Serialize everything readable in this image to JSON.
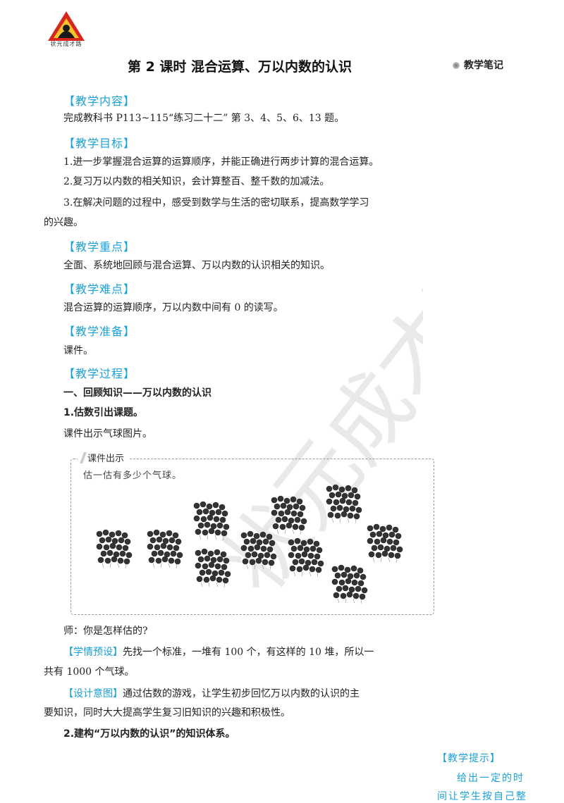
{
  "header": {
    "logo_caption": "状元成才路",
    "title": "第 2 课时  混合运算、万以内数的认识",
    "notes_label": "教学笔记"
  },
  "sections": {
    "content_head": "【教学内容】",
    "content_text": "完成教科书 P113~115“练习二十二” 第 3、4、5、6、13 题。",
    "goals_head": "【教学目标】",
    "goal1": "1.进一步掌握混合运算的运算顺序，并能正确进行两步计算的混合运算。",
    "goal2": "2.复习万以内数的相关知识，会计算整百、整千数的加减法。",
    "goal3_a": "3.在解决问题的过程中，感受到数学与生活的密切联系，提高数学学习",
    "goal3_b": "的兴趣。",
    "key_head": "【教学重点】",
    "key_text": "全面、系统地回顾与混合运算、万以内数的认识相关的知识。",
    "diff_head": "【教学难点】",
    "diff_text": "混合运算的运算顺序，万以内数中间有 0 的读写。",
    "prep_head": "【教学准备】",
    "prep_text": "课件。",
    "proc_head": "【教学过程】",
    "proc_h1": "一、回顾知识——万以内数的认识",
    "proc_h2": "1.估数引出课题。",
    "proc_p1": "课件出示气球图片。",
    "box_label": "课件出示",
    "box_question": "估一估有多少个气球。",
    "teacher_q": "师：你是怎样估的?",
    "preset_tag": "【学情预设】",
    "preset_a": "先找一个标准，一堆有 100 个，有这样的 10 堆，所以一",
    "preset_b": "共有 1000 个气球。",
    "design_tag": "【设计意图】",
    "design_a": "通过估数的游戏，让学生初步回忆万以内数的认识的主",
    "design_b": "要知识，同时大大提高学生复习旧知识的兴趣和积极性。",
    "proc_h3": "2.建构“万以内数的认识”的知识体系。"
  },
  "sidebar_tip": {
    "head": "【教学提示】",
    "line1": "给出一定的时",
    "line2": "间让学生按自己整"
  },
  "watermark": "状元成才路",
  "colors": {
    "accent": "#1aa0d8",
    "logo_red": "#d7261e"
  }
}
